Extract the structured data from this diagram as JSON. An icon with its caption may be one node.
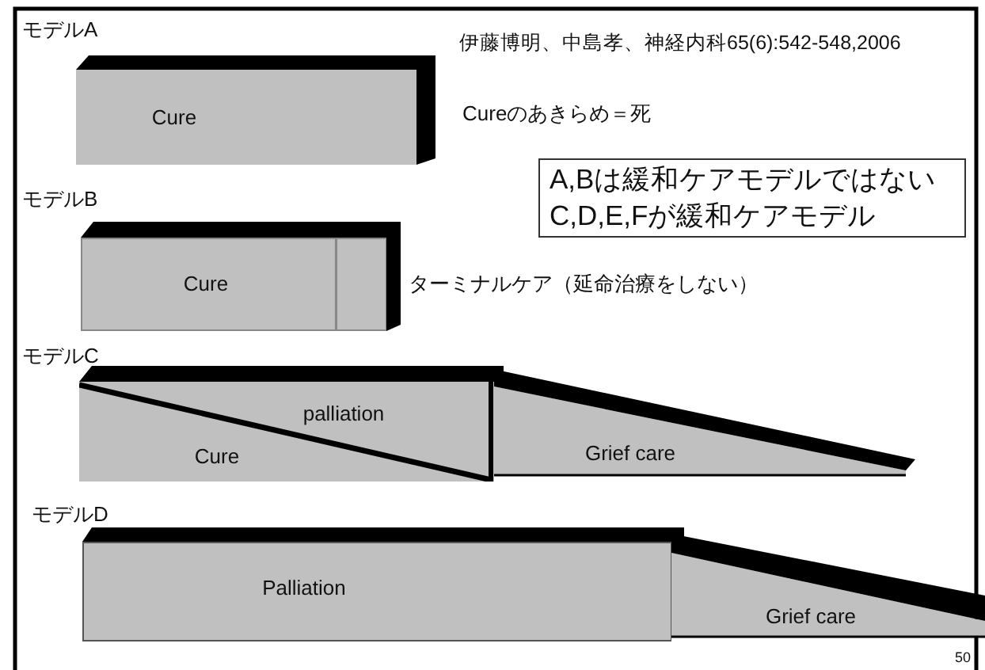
{
  "diagram": {
    "nodes": [
      {
        "text": [
          "Cure"
        ]
      },
      {
        "text": [
          "Cure"
        ]
      },
      {
        "text": [],
        "shape": "box",
        "beside": [
          "ターミナルケア（延命治療をしない）"
        ]
      },
      {
        "text": [
          "palliation",
          "Cure"
        ]
      },
      {
        "text": [
          "Grief care"
        ]
      },
      {
        "text": [
          "Palliation"
        ]
      },
      {
        "text": [
          "Grief care"
        ]
      },
      {
        "text": [
          "A,Bは緩和ケアモデルではない",
          "C,D,E,Fが緩和ケアモデル"
        ]
      }
    ],
    "labels": [
      "モデルA",
      "伊藤博明、中島孝、神経内科65(6):542-548,2006",
      "Cureのあきらめ＝死",
      "モデルB",
      "モデルC",
      "モデルD",
      "50"
    ]
  }
}
